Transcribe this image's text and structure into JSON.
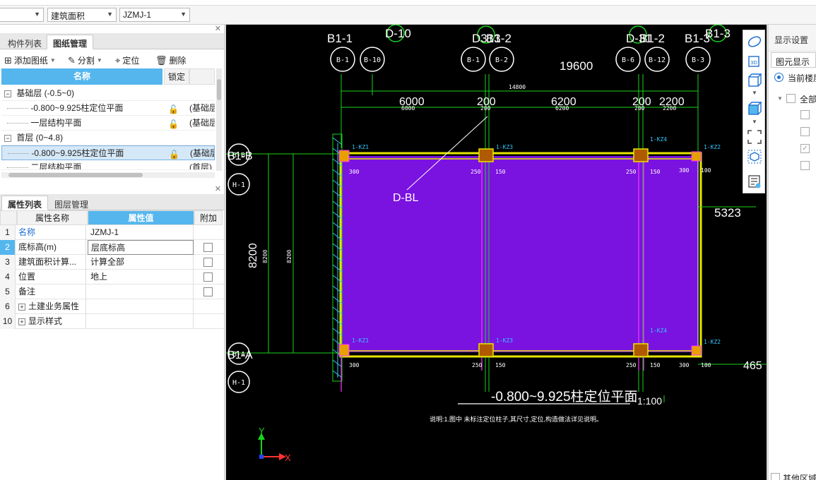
{
  "toolbar": {
    "combo1": "",
    "combo2": "建筑面积",
    "combo3": "JZMJ-1"
  },
  "drawing_panel": {
    "tabs": [
      "构件列表",
      "图纸管理"
    ],
    "actions": {
      "add": "添加图纸",
      "split": "分割",
      "locate": "定位",
      "delete": "删除"
    },
    "columns": {
      "name": "名称",
      "lock": "锁定"
    },
    "rows": [
      {
        "kind": "group",
        "expander": "−",
        "label": "基础层 (-0.5~0)"
      },
      {
        "kind": "item",
        "label": "-0.800~9.925柱定位平面",
        "note": "(基础层"
      },
      {
        "kind": "item",
        "label": "一层结构平面",
        "note": "(基础层"
      },
      {
        "kind": "group",
        "expander": "−",
        "label": "首层 (0~4.8)"
      },
      {
        "kind": "item",
        "label": "-0.800~9.925柱定位平面",
        "note": "(基础层",
        "selected": true
      },
      {
        "kind": "item",
        "label": "二层结构平面",
        "note": "(首层)"
      }
    ]
  },
  "props_panel": {
    "tabs": [
      "属性列表",
      "图层管理"
    ],
    "columns": {
      "name": "属性名称",
      "value": "属性值",
      "extra": "附加"
    },
    "rows": [
      {
        "n": "1",
        "name": "名称",
        "value": "JZMJ-1",
        "check": false
      },
      {
        "n": "2",
        "name": "底标高(m)",
        "value": "层底标高",
        "check": true,
        "selected": true
      },
      {
        "n": "3",
        "name": "建筑面积计算...",
        "value": "计算全部",
        "check": true
      },
      {
        "n": "4",
        "name": "位置",
        "value": "地上",
        "check": true
      },
      {
        "n": "5",
        "name": "备注",
        "value": "",
        "check": true
      },
      {
        "n": "6",
        "name": "土建业务属性",
        "value": "",
        "check": false,
        "expander": "+"
      },
      {
        "n": "10",
        "name": "显示样式",
        "value": "",
        "check": false,
        "expander": "+"
      }
    ]
  },
  "canvas": {
    "axis_labels_top": [
      "B1-1",
      "D-10",
      "D313",
      "B1-2",
      "D-31",
      "B1-2",
      "B1-3",
      "B1-3"
    ],
    "axis_bubbles_top": [
      "B-1",
      "B-10",
      "B-1",
      "B-2",
      "B-6",
      "B-12",
      "B-3"
    ],
    "dim_total": "19600",
    "dim_total_small": "14800",
    "dims": [
      "6000",
      "200",
      "6200",
      "200",
      "2200"
    ],
    "dims_small": [
      "6000",
      "200",
      "6200",
      "200",
      "2200"
    ],
    "left_labels": [
      "B1-B",
      "B1-A"
    ],
    "left_bubbles": [
      "B-B",
      "B-A"
    ],
    "left_bubbles2": [
      "H-1",
      "H-1"
    ],
    "height_dim": "8200",
    "height_dim_small": "8200",
    "label_dbl": "D-BL",
    "right_dim1": "5323",
    "right_dim2": "465",
    "column_tags": [
      "1-KZ1",
      "1-KZ3",
      "1-KZ4",
      "1-KZ2"
    ],
    "sub_dims": [
      "300",
      "250",
      "150",
      "100"
    ],
    "title": "-0.800~9.925柱定位平面",
    "scale": "1:100",
    "note": "说明:1.图中 未标注定位柱子,其尺寸,定位,构造做法详见说明。",
    "axis_x": "X",
    "axis_y": "Y",
    "colors": {
      "fill": "#7a12e0",
      "yellow": "#e6e600",
      "green": "#18d418",
      "magenta": "#ff33ff",
      "cyan": "#33c8ff"
    }
  },
  "right_panel": {
    "header": "显示设置",
    "tab": "图元显示",
    "radio_label": "当前楼层",
    "tree_label": "全部",
    "bottom_label": "其他区域"
  }
}
